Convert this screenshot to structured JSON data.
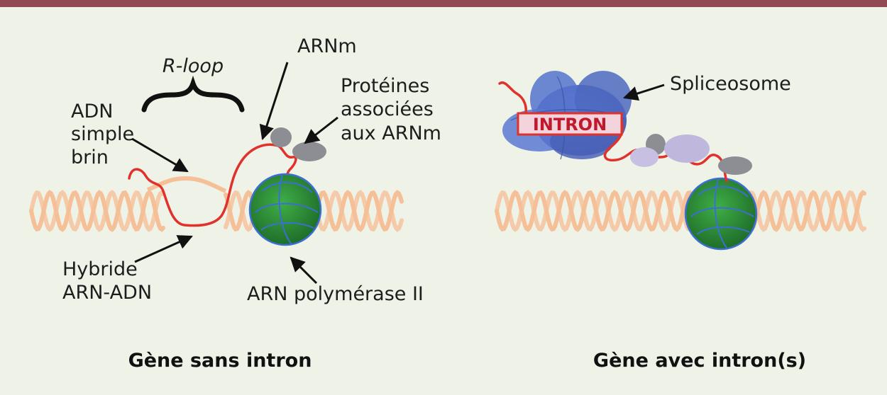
{
  "left_panel": {
    "title": "Gène sans intron",
    "labels": {
      "r_loop": "R-loop",
      "arnm": "ARNm",
      "adn_1": "ADN",
      "adn_2": "simple",
      "adn_3": "brin",
      "prot_1": "Protéines",
      "prot_2": "associées",
      "prot_3": "aux ARNm",
      "hyb_1": "Hybride",
      "hyb_2": "ARN-ADN",
      "pol": "ARN polymérase II"
    }
  },
  "right_panel": {
    "title": "Gène avec intron(s)",
    "labels": {
      "spliceosome": "Spliceosome",
      "intron": "INTRON"
    }
  },
  "colors": {
    "dna": "#f5bf98",
    "rna": "#e0322b",
    "polymerase": "#2f8a3a",
    "spliceosome": "#4e6bc2",
    "protein": "#8c8e93",
    "lavender": "#bfb8dc",
    "header_bar": "#8f4a52"
  }
}
